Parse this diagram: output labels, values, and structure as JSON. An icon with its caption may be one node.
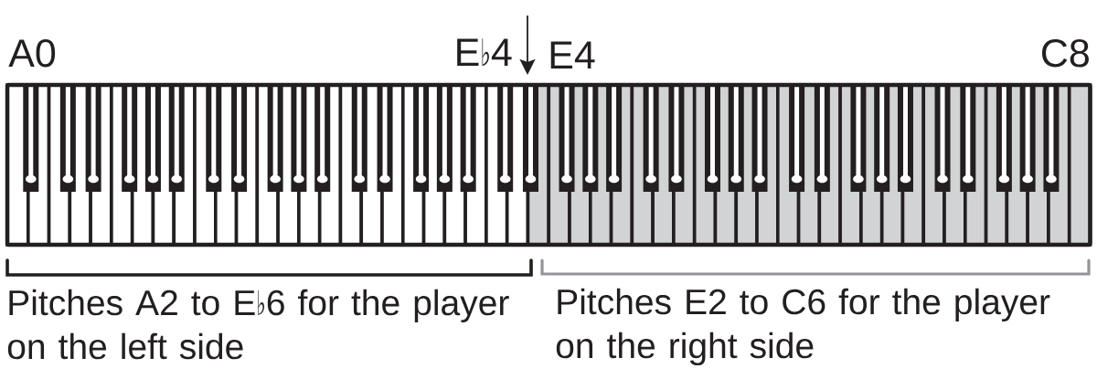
{
  "diagram": {
    "labels": [
      "A0",
      "E♭4",
      "E4",
      "C8",
      "Pitches A2 to E♭6 for the player on the left side",
      "Pitches E2 to C6 for the player on the right side"
    ]
  }
}
